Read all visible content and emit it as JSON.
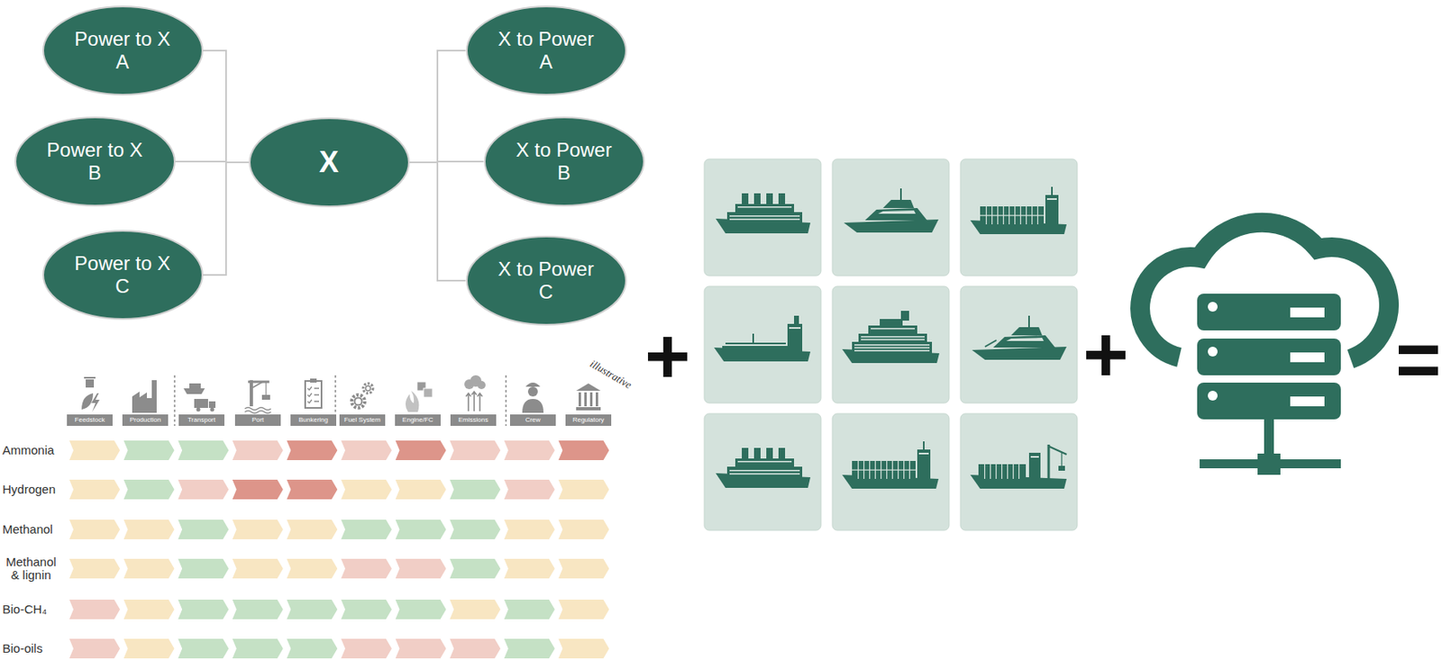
{
  "diagram": {
    "nodes": [
      {
        "text": [
          "Power to X A"
        ]
      },
      {
        "text": [
          "Power to X B"
        ]
      },
      {
        "text": [
          "Power to X C"
        ]
      },
      {
        "text": [
          "X"
        ]
      },
      {
        "text": [
          "X to Power A"
        ]
      },
      {
        "text": [
          "X to Power B"
        ]
      },
      {
        "text": [
          "X to Power C"
        ]
      },
      {
        "text": [
          "Feedstock"
        ]
      },
      {
        "text": [
          "Production"
        ]
      },
      {
        "text": [
          "Transport"
        ]
      },
      {
        "text": [
          "Port"
        ]
      },
      {
        "text": [
          "Bunkering"
        ]
      },
      {
        "text": [
          "Fuel System"
        ]
      },
      {
        "text": [
          "Engine/FC"
        ]
      },
      {
        "text": [
          "Emissions"
        ]
      },
      {
        "text": [
          "Crew"
        ]
      },
      {
        "text": [
          "Regulatory"
        ]
      }
    ],
    "edges": [
      {
        "from": 0,
        "to": 3,
        "arrow": "none"
      },
      {
        "from": 1,
        "to": 3,
        "arrow": "none"
      },
      {
        "from": 2,
        "to": 3,
        "arrow": "none"
      },
      {
        "from": 3,
        "to": 4,
        "arrow": "none"
      },
      {
        "from": 3,
        "to": 5,
        "arrow": "none"
      },
      {
        "from": 3,
        "to": 6,
        "arrow": "none"
      }
    ],
    "labels": [
      "illustrative",
      "Ammonia",
      "Hydrogen",
      "Methanol",
      "Methanol & lignin",
      "Bio-CH₄",
      "Bio-oils",
      "+",
      "+",
      "="
    ]
  }
}
